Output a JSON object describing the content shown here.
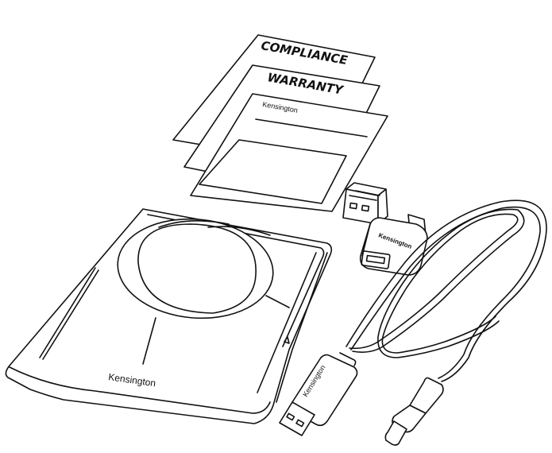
{
  "documents": {
    "compliance_title": "COMPLIANCE",
    "warranty_title": "WARRANTY",
    "guide_brand": "Kensington"
  },
  "trackball": {
    "brand": "Kensington"
  },
  "adapter": {
    "brand": "Kensington"
  },
  "cable": {
    "brand": "Kensington"
  },
  "colors": {
    "line": "#111111",
    "background": "#ffffff"
  }
}
